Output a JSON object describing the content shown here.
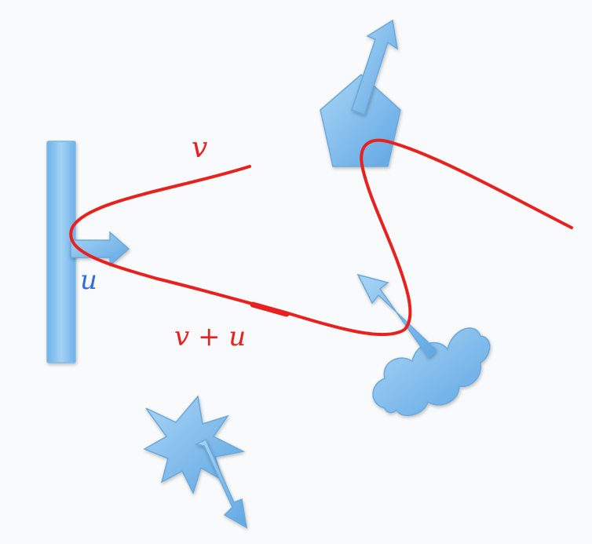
{
  "labels": {
    "v": "v",
    "u": "u",
    "v_plus_u": "v + u"
  },
  "colors": {
    "trajectory": "#e8211f",
    "shape_fill": "#8fc6f0",
    "shape_fill_dark": "#5ea6e2",
    "shape_stroke": "#6aa9dc",
    "label_red": "#e8211f",
    "label_blue": "#2f6fd6",
    "background": "#f8fafb"
  },
  "icons": [
    "wall-shape",
    "pentagon-shape",
    "cloud-shape",
    "star-burst-shape",
    "arrow-icon"
  ]
}
